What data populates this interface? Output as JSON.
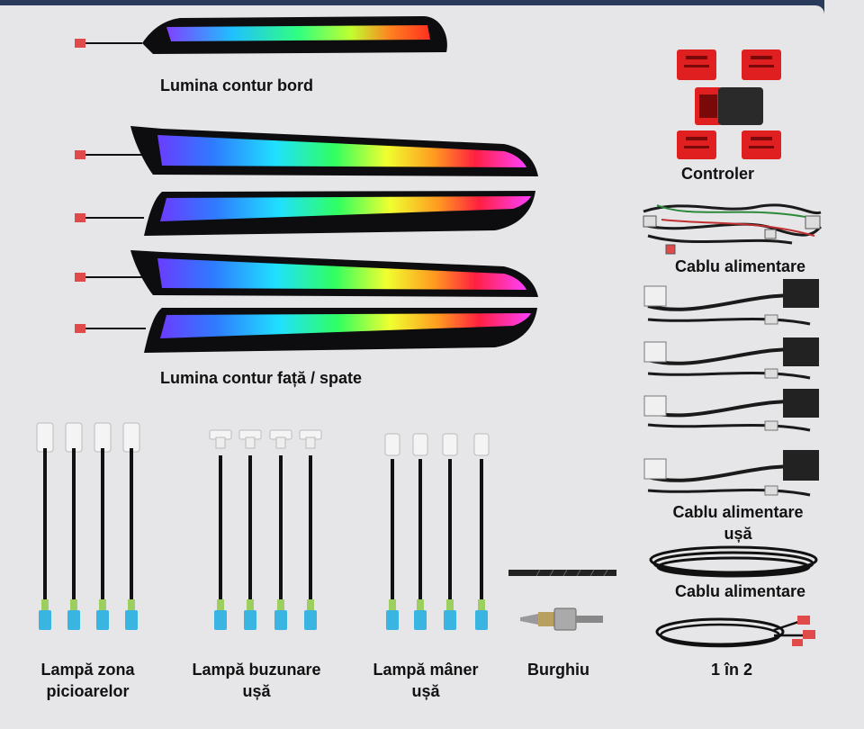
{
  "labels": {
    "dashboard_strip": "Lumina contur bord",
    "door_strips": "Lumina contur față / spate",
    "controller": "Controler",
    "power_cable_1": "Cablu alimentare",
    "door_power_cable_line1": "Cablu alimentare",
    "door_power_cable_line2": "ușă",
    "power_cable_2": "Cablu alimentare",
    "footwell_lamp_line1": "Lampă zona",
    "footwell_lamp_line2": "picioarelor",
    "door_pocket_lamp_line1": "Lampă buzunare",
    "door_pocket_lamp_line2": "ușă",
    "door_handle_lamp_line1": "Lampă mâner",
    "door_handle_lamp_line2": "ușă",
    "drill": "Burghiu",
    "splitter": "1 în 2"
  },
  "colors": {
    "background": "#e6e6e8",
    "frame": "#2a3a5a",
    "connector_red": "#e04a4a",
    "connector_blue": "#3ab4e0",
    "controller_red": "#e02020"
  }
}
